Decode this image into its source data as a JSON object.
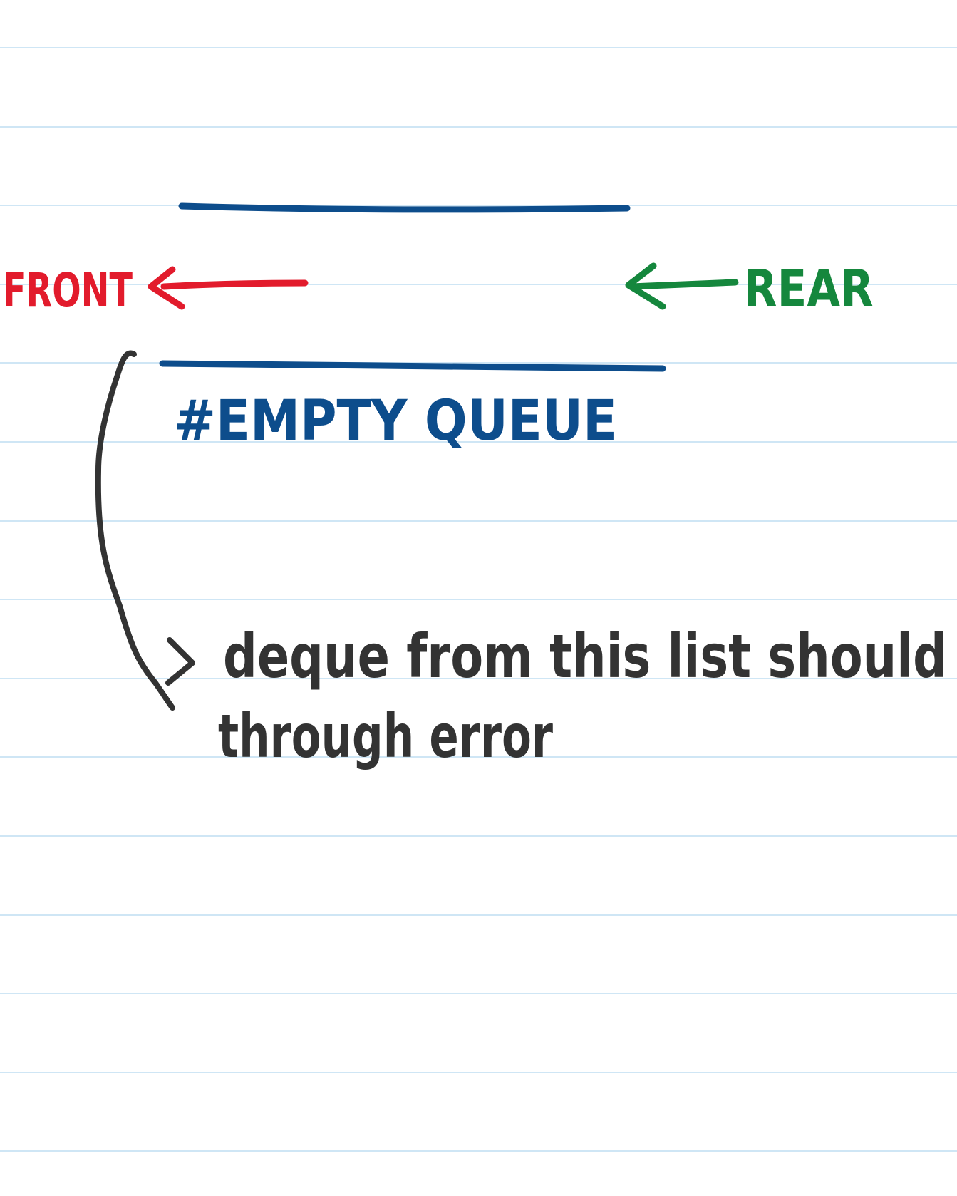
{
  "notebook": {
    "paper_color": "#ffffff",
    "rule_color": "#cfe6f5"
  },
  "queue_diagram": {
    "front_label": "FRONT",
    "rear_label": "REAR",
    "caption": "#EMPTY QUEUE",
    "colors": {
      "front": "#e21b2c",
      "rear": "#15873d",
      "queue": "#0d4d8c",
      "note": "#333333"
    }
  },
  "note": {
    "line1": "deque from this list should",
    "line2": "through error"
  }
}
